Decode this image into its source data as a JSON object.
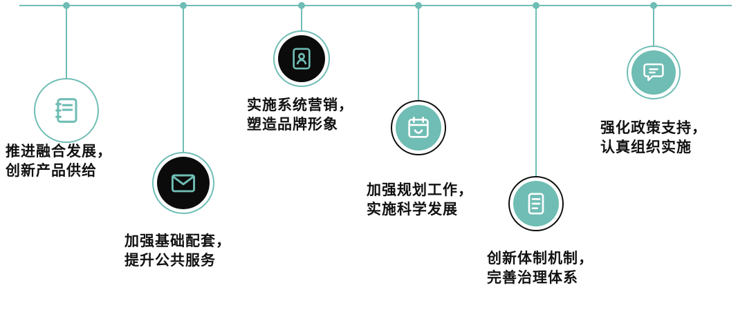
{
  "colors": {
    "accent": "#6FBDB4",
    "dark_circle": "#0B0B0B",
    "text": "#111111"
  },
  "items": [
    {
      "icon": "notebook-icon",
      "line1": "推进融合发展，",
      "line2": "创新产品供给"
    },
    {
      "icon": "envelope-icon",
      "line1": "加强基础配套，",
      "line2": "提升公共服务"
    },
    {
      "icon": "id-card-icon",
      "line1": "实施系统营销，",
      "line2": "塑造品牌形象"
    },
    {
      "icon": "calendar-icon",
      "line1": "加强规划工作，",
      "line2": "实施科学发展"
    },
    {
      "icon": "document-icon",
      "line1": "创新体制机制，",
      "line2": "完善治理体系"
    },
    {
      "icon": "speech-bubble-icon",
      "line1": "强化政策支持，",
      "line2": "认真组织实施"
    }
  ]
}
